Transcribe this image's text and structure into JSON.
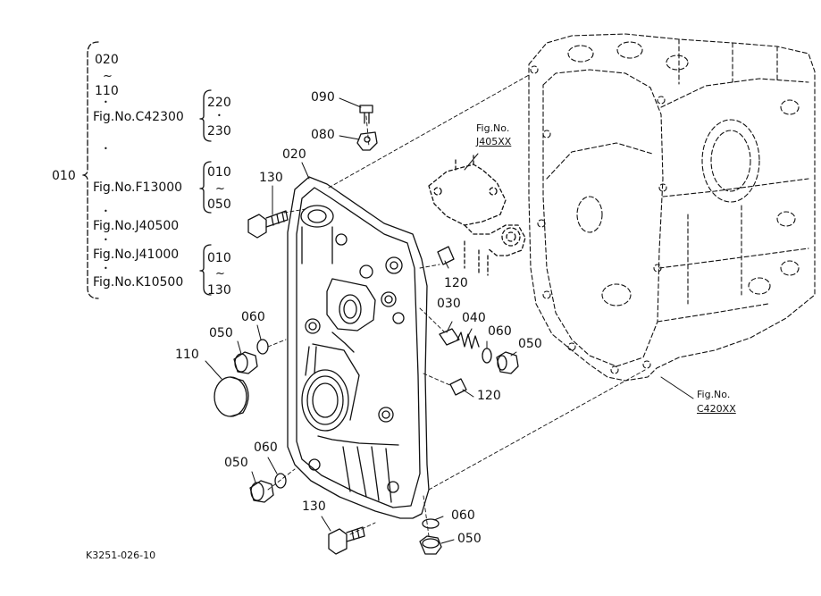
{
  "diagram": {
    "drawing_code": "K3251-026-10",
    "group_010": {
      "root": "010",
      "range_from": "020",
      "range_to": "110",
      "ref_c": "Fig.No.C42300",
      "ref_c_from": "220",
      "ref_c_to": "230",
      "ref_f": "Fig.No.F13000",
      "ref_f_from": "010",
      "ref_f_to": "050",
      "ref_j40": "Fig.No.J40500",
      "ref_j41": "Fig.No.J41000",
      "ref_k": "Fig.No.K10500",
      "ref_k_from": "010",
      "ref_k_to": "130"
    },
    "fig_j405": {
      "title": "Fig.No.",
      "code": "J405XX"
    },
    "fig_c420": {
      "title": "Fig.No.",
      "code": "C420XX"
    },
    "callouts": {
      "p090": "090",
      "p080": "080",
      "p020": "020",
      "p130_top": "130",
      "p120_upper": "120",
      "p030": "030",
      "p040": "040",
      "p060_mid": "060",
      "p050_mid": "050",
      "p120_lower": "120",
      "p060_left": "060",
      "p050_left": "050",
      "p110": "110",
      "p060_low": "060",
      "p050_low": "050",
      "p130_bottom": "130",
      "p060_bottom": "060",
      "p050_bottom": "050"
    },
    "symbols": {
      "tilde": "~",
      "dot": "•"
    }
  }
}
